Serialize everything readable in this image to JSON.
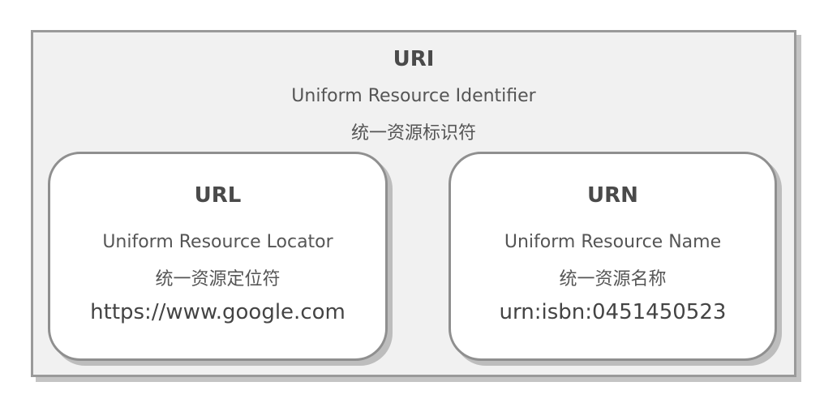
{
  "uri": {
    "title": "URI",
    "english": "Uniform Resource Identifier",
    "chinese": "统一资源标识符"
  },
  "url": {
    "title": "URL",
    "english": "Uniform Resource Locator",
    "chinese": "统一资源定位符",
    "example": "https://www.google.com"
  },
  "urn": {
    "title": "URN",
    "english": "Uniform Resource Name",
    "chinese": "统一资源名称",
    "example": "urn:isbn:0451450523"
  },
  "colors": {
    "outer_fill": "#f1f1f1",
    "border": "#9a9a9a",
    "text": "#555555"
  }
}
